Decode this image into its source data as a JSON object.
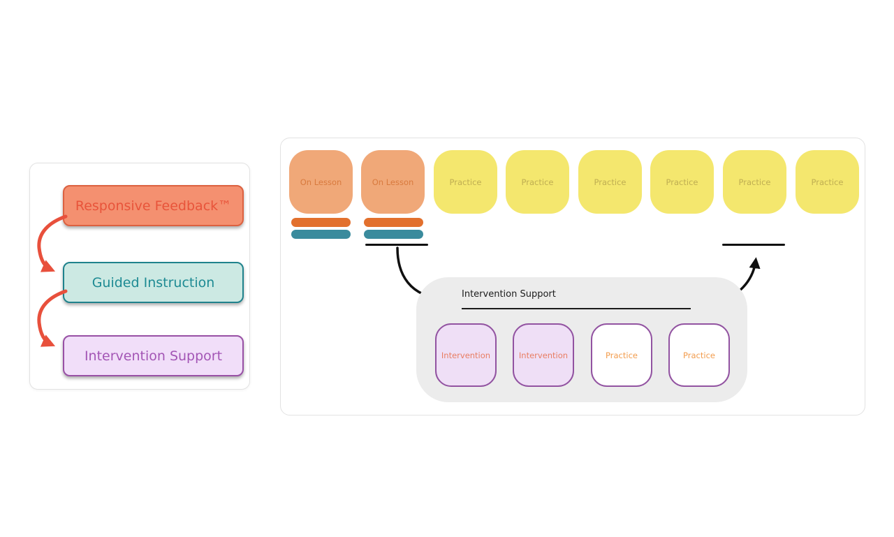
{
  "page": {
    "background": "#FFFFFF"
  },
  "left_panel": {
    "stages": [
      {
        "label": "Responsive Feedback™",
        "fill": "#F49070",
        "border_color": "#DC6140",
        "text_color": "#E8543A"
      },
      {
        "label": "Guided Instruction",
        "fill": "#CCE9E3",
        "border_color": "#1F828C",
        "text_color": "#1D8A93"
      },
      {
        "label": "Intervention Support",
        "fill": "#F1DEF9",
        "border_color": "#9850A5",
        "text_color": "#A355B5"
      }
    ],
    "flow_arrow_color": "#E8503C"
  },
  "right_panel": {
    "timeline_blocks": [
      {
        "label": "On Lesson",
        "kind": "lesson"
      },
      {
        "label": "On Lesson",
        "kind": "lesson"
      },
      {
        "label": "Practice",
        "kind": "practice"
      },
      {
        "label": "Practice",
        "kind": "practice"
      },
      {
        "label": "Practice",
        "kind": "practice"
      },
      {
        "label": "Practice",
        "kind": "practice"
      },
      {
        "label": "Practice",
        "kind": "practice"
      },
      {
        "label": "Practice",
        "kind": "practice"
      }
    ],
    "colors": {
      "lesson_fill": "#F0A878",
      "lesson_text": "#D87A3E",
      "practice_fill": "#F4E76E",
      "practice_text": "#BFAE52",
      "progress_bar_orange": "#E2702D",
      "progress_bar_teal": "#3A8B9D",
      "connector_black": "#101010",
      "group_background": "#ECECEC",
      "group_box_border": "#9253A1",
      "group_intervention_text": "#E87D62",
      "group_practice_text": "#F29C4D"
    },
    "intervention_group": {
      "title": "Intervention Support",
      "boxes": [
        {
          "label": "Intervention",
          "filled": true
        },
        {
          "label": "Intervention",
          "filled": true
        },
        {
          "label": "Practice",
          "filled": false
        },
        {
          "label": "Practice",
          "filled": false
        }
      ]
    }
  }
}
